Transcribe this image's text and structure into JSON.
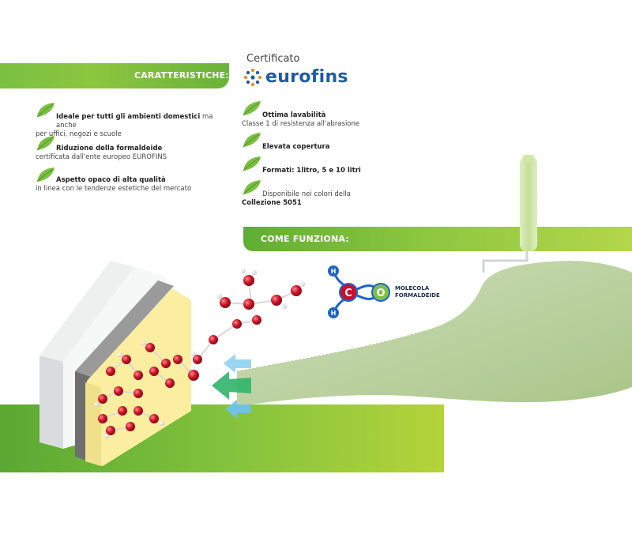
{
  "sections": {
    "features_title": "CARATTERISTICHE:",
    "how_title": "COME FUNZIONA:"
  },
  "certificate": {
    "label": "Certificato",
    "brand": "eurofins"
  },
  "features_left": [
    {
      "bold": "Ideale per tutti gli ambienti domestici",
      "rest": " ma anche",
      "line2": "per uffici, negozi e scuole"
    },
    {
      "bold": "Riduzione della formaldeide",
      "rest": "",
      "line2": "certificata dall'ente europeo EUROFINS"
    },
    {
      "bold": "Aspetto opaco di alta qualità",
      "rest": "",
      "line2": "in linea con le tendenze estetiche del mercato"
    }
  ],
  "features_right": [
    {
      "bold": "Ottima lavabilità",
      "line2": "Classe 1 di resistenza all'abrasione"
    },
    {
      "bold": "Elevata copertura",
      "line2": ""
    },
    {
      "bold": "Formati: 1litro, 5 e 10 litri",
      "line2": ""
    },
    {
      "plain": "Disponibile nei colori della",
      "line2_bold": "Collezione 5051"
    }
  ],
  "molecule": {
    "atoms": {
      "h": "H",
      "c": "C",
      "o": "O"
    },
    "label_line1": "MOLECOLA",
    "label_line2": "FORMALDEIDE"
  },
  "colors": {
    "green": "#8cc63f",
    "brand_blue": "#1f5ba7",
    "molecule_red": "#c8102e",
    "molecule_green": "#7bc043",
    "atom_blue": "#1f64c8"
  }
}
